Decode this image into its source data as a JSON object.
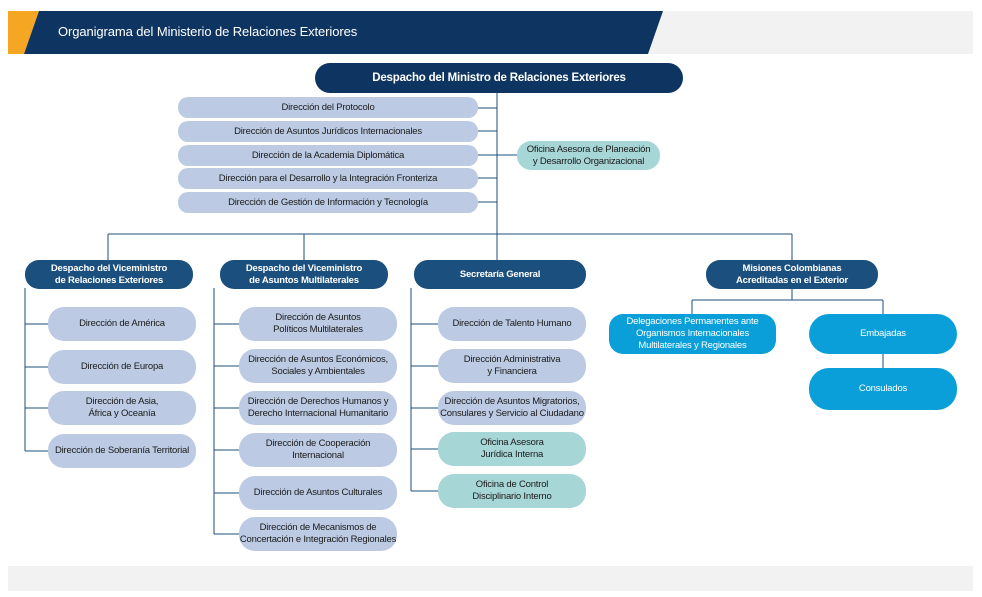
{
  "header": {
    "title": "Organigrama del Ministerio de Relaciones Exteriores"
  },
  "top": {
    "label": "Despacho del Ministro de Relaciones Exteriores"
  },
  "top_directorates": [
    "Dirección del Protocolo",
    "Dirección de Asuntos Jurídicos Internacionales",
    "Dirección de la Academia Diplomática",
    "Dirección para el Desarrollo y la Integración Fronteriza",
    "Dirección de Gestión de Información y Tecnología"
  ],
  "advisory_office": "Oficina Asesora de Planeación\ny Desarrollo Organizacional",
  "branches": {
    "vm_exteriores": {
      "label": "Despacho del Viceministro\nde Relaciones Exteriores",
      "items": [
        "Dirección de América",
        "Dirección de Europa",
        "Dirección de Asia,\nÁfrica y Oceanía",
        "Dirección de Soberanía Territorial"
      ]
    },
    "vm_multilaterales": {
      "label": "Despacho del Viceministro\nde Asuntos Multilaterales",
      "items": [
        "Dirección de Asuntos\nPolíticos Multilaterales",
        "Dirección de Asuntos Económicos,\nSociales y Ambientales",
        "Dirección de Derechos Humanos y\nDerecho Internacional Humanitario",
        "Dirección de Cooperación\nInternacional",
        "Dirección de Asuntos Culturales",
        "Dirección de Mecanismos de\nConcertación e Integración Regionales"
      ]
    },
    "secretaria": {
      "label": "Secretaría General",
      "items": [
        "Dirección de Talento Humano",
        "Dirección Administrativa\ny Financiera",
        "Dirección de Asuntos Migratorios,\nConsulares y Servicio al Ciudadano"
      ],
      "offices": [
        "Oficina Asesora\nJurídica Interna",
        "Oficina de Control\nDisciplinario Interno"
      ]
    },
    "misiones": {
      "label": "Misiones Colombianas\nAcreditadas en el Exterior",
      "delegations": "Delegaciones Permanentes ante\nOrganismos Internacionales\nMultilaterales y Regionales",
      "embajadas": "Embajadas",
      "consulados": "Consulados"
    }
  },
  "colors": {
    "navy": "#0e3561",
    "dark_blue": "#1b4f7d",
    "light_blue": "#bccbe3",
    "teal": "#a7d6d6",
    "cyan": "#0a9fd8",
    "accent": "#f5a623",
    "line": "#1b4f7d"
  }
}
